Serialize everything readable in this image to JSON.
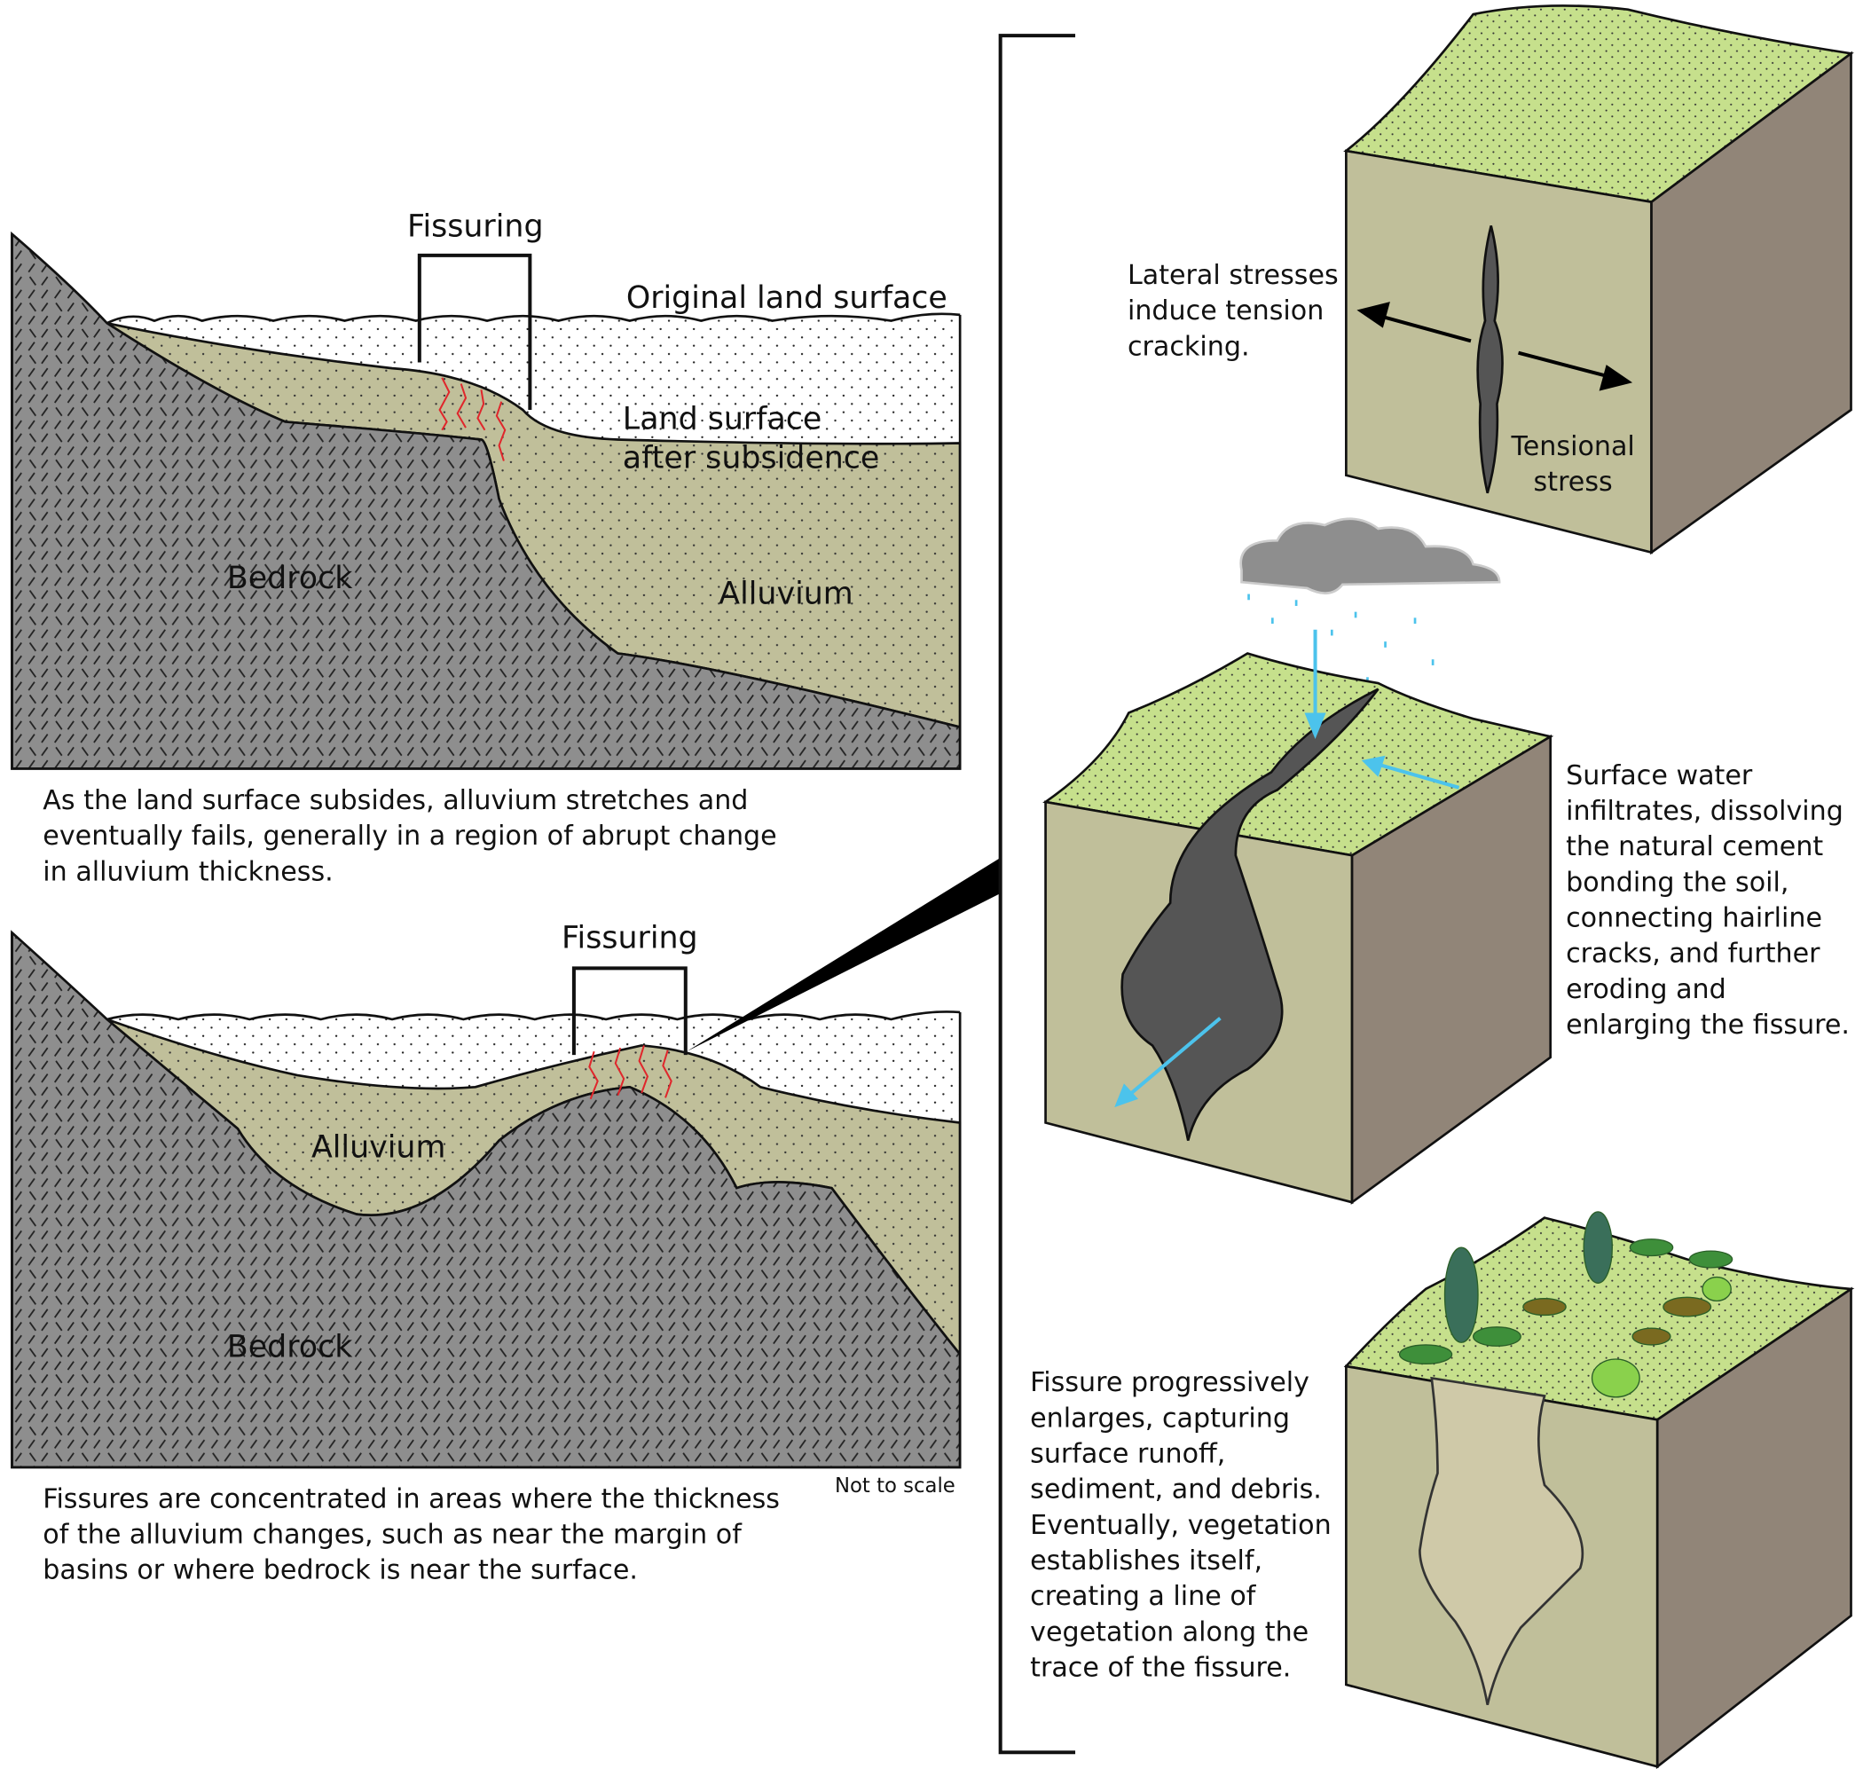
{
  "panel_top": {
    "fissuring": "Fissuring",
    "original_surface": "Original land surface",
    "after_subsidence": [
      "Land surface",
      "after subsidence"
    ],
    "bedrock": "Bedrock",
    "alluvium": "Alluvium",
    "caption": [
      "As the land surface subsides, alluvium stretches and",
      "eventually fails, generally in a region of abrupt change",
      "in alluvium thickness."
    ]
  },
  "panel_bottom": {
    "fissuring": "Fissuring",
    "alluvium": "Alluvium",
    "bedrock": "Bedrock",
    "not_to_scale": "Not to scale",
    "caption": [
      "Fissures are concentrated in areas where the thickness",
      "of the alluvium changes, such as near the margin of",
      "basins or where bedrock is near the surface."
    ]
  },
  "block1": {
    "left_text": [
      "Lateral stresses",
      "induce tension",
      "cracking."
    ],
    "right_text": [
      "Tensional",
      "stress"
    ]
  },
  "block2": {
    "text": [
      "Surface water",
      "infiltrates, dissolving",
      "the natural cement",
      "bonding the soil,",
      "connecting hairline",
      "cracks, and further",
      "eroding and",
      "enlarging the fissure."
    ]
  },
  "block3": {
    "text": [
      "Fissure progressively",
      "enlarges, capturing",
      "surface runoff,",
      "sediment, and debris.",
      "Eventually, vegetation",
      "establishes itself,",
      "creating a line of",
      "vegetation along the",
      "trace of the fissure."
    ]
  },
  "colors": {
    "bedrock": "#8e8e8e",
    "alluvium": "#c0bf9a",
    "grass": "#c6e08c",
    "block_side": "#918578",
    "water": "#4cc3ec",
    "crack": "#e0262b"
  }
}
